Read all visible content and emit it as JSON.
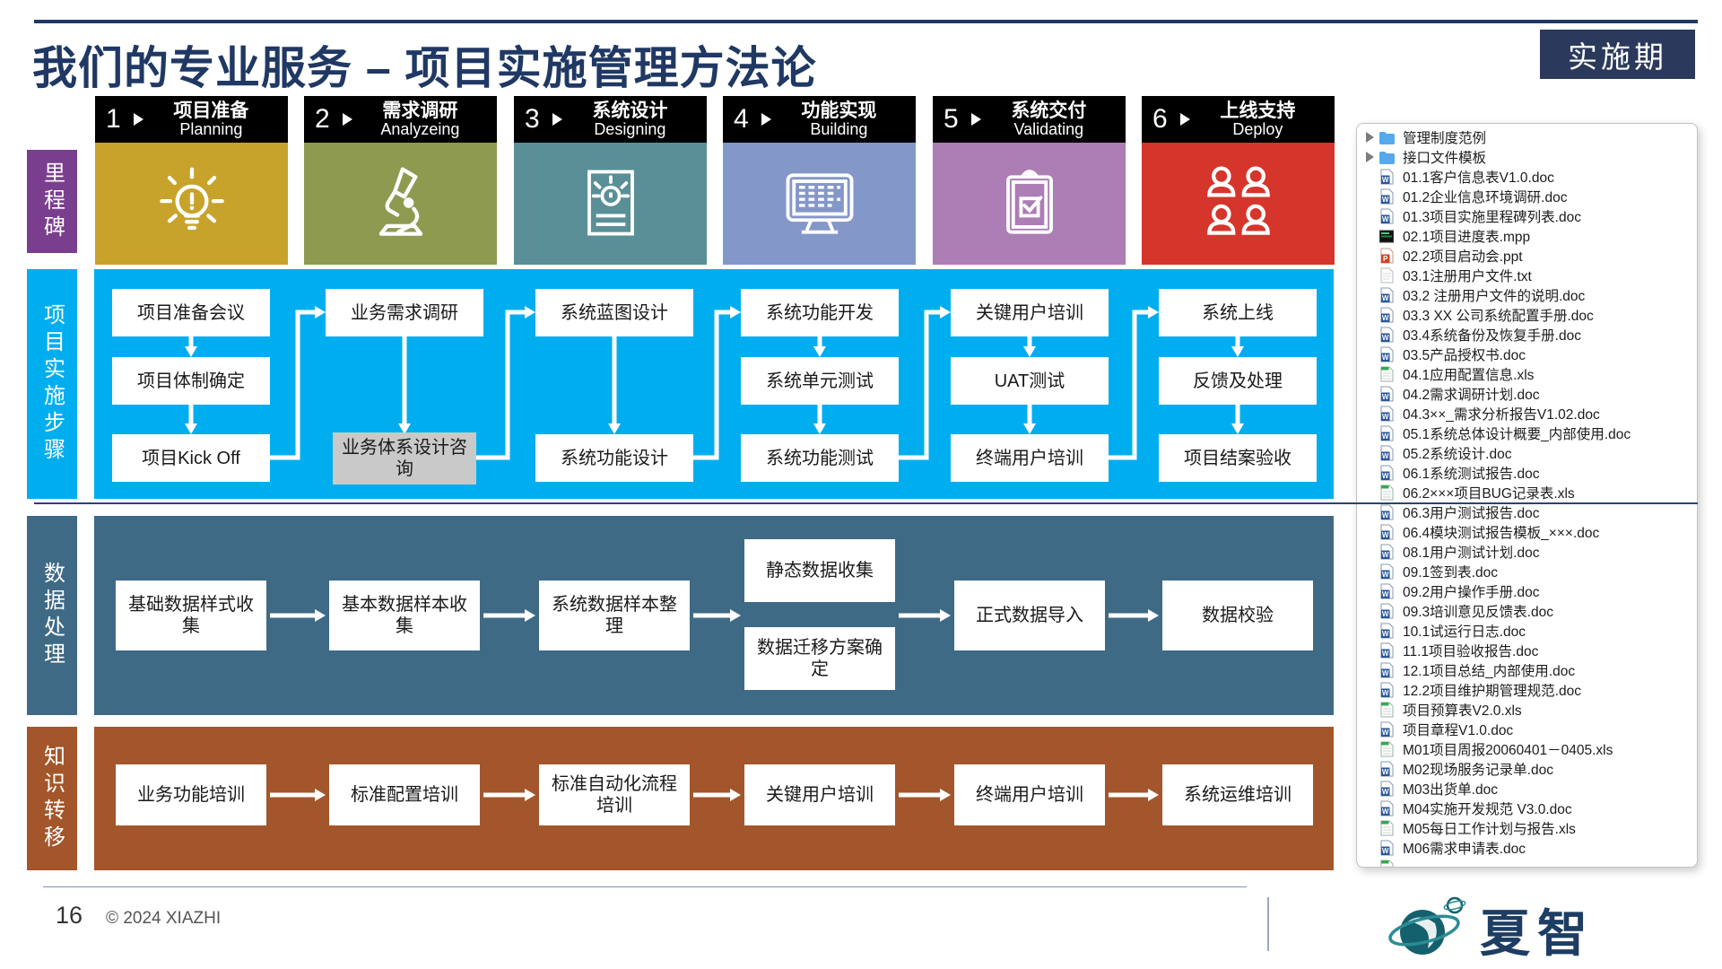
{
  "title": "我们的专业服务 – 项目实施管理方法论",
  "badge": "实施期",
  "phases": [
    {
      "num": "1",
      "cn": "项目准备",
      "en": "Planning",
      "color": "#c8a32b",
      "icon": "lightbulb"
    },
    {
      "num": "2",
      "cn": "需求调研",
      "en": "Analyzeing",
      "color": "#8e9a50",
      "icon": "microscope"
    },
    {
      "num": "3",
      "cn": "系统设计",
      "en": "Designing",
      "color": "#5a8f97",
      "icon": "doc-bulb"
    },
    {
      "num": "4",
      "cn": "功能实现",
      "en": "Building",
      "color": "#8497c9",
      "icon": "monitor-code"
    },
    {
      "num": "5",
      "cn": "系统交付",
      "en": "Validating",
      "color": "#ad7db5",
      "icon": "clipboard-check"
    },
    {
      "num": "6",
      "cn": "上线支持",
      "en": "Deploy",
      "color": "#d6352b",
      "icon": "people"
    }
  ],
  "milestone_label": "里程碑",
  "steps": {
    "label": "项目实施步骤",
    "color": "#00aeef",
    "columns": [
      {
        "boxes": [
          {
            "label": "项目准备会议",
            "row": 0
          },
          {
            "label": "项目体制确定",
            "row": 1
          },
          {
            "label": "项目Kick Off",
            "row": 2
          }
        ]
      },
      {
        "boxes": [
          {
            "label": "业务需求调研",
            "row": 0
          },
          {
            "label": "业务体系设计咨询",
            "row": 2,
            "variant": "gray"
          }
        ]
      },
      {
        "boxes": [
          {
            "label": "系统蓝图设计",
            "row": 0
          },
          {
            "label": "系统功能设计",
            "row": 2
          }
        ]
      },
      {
        "boxes": [
          {
            "label": "系统功能开发",
            "row": 0
          },
          {
            "label": "系统单元测试",
            "row": 1
          },
          {
            "label": "系统功能测试",
            "row": 2
          }
        ]
      },
      {
        "boxes": [
          {
            "label": "关键用户培训",
            "row": 0
          },
          {
            "label": "UAT测试",
            "row": 1
          },
          {
            "label": "终端用户培训",
            "row": 2
          }
        ]
      },
      {
        "boxes": [
          {
            "label": "系统上线",
            "row": 0
          },
          {
            "label": "反馈及处理",
            "row": 1
          },
          {
            "label": "项目结案验收",
            "row": 2
          }
        ]
      }
    ]
  },
  "data_flow": {
    "label": "数据处理",
    "color": "#3e6a86",
    "items": [
      {
        "col": 0,
        "slot": "mid",
        "label": "基础数据样式收集"
      },
      {
        "col": 1,
        "slot": "mid",
        "label": "基本数据样本收集"
      },
      {
        "col": 2,
        "slot": "mid",
        "label": "系统数据样本整理"
      },
      {
        "col": 3,
        "slot": "top",
        "label": "静态数据收集"
      },
      {
        "col": 3,
        "slot": "bottom",
        "label": "数据迁移方案确定"
      },
      {
        "col": 4,
        "slot": "mid",
        "label": "正式数据导入"
      },
      {
        "col": 5,
        "slot": "mid",
        "label": "数据校验"
      }
    ]
  },
  "knowledge_flow": {
    "label": "知识转移",
    "color": "#a3562b",
    "items": [
      "业务功能培训",
      "标准配置培训",
      "标准自动化流程培训",
      "关键用户培训",
      "终端用户培训",
      "系统运维培训"
    ]
  },
  "file_panel": {
    "items": [
      {
        "icon": "folder",
        "expand": true,
        "label": "管理制度范例"
      },
      {
        "icon": "folder",
        "expand": true,
        "label": "接口文件模板"
      },
      {
        "icon": "doc",
        "label": "01.1客户信息表V1.0.doc"
      },
      {
        "icon": "doc",
        "label": "01.2企业信息环境调研.doc"
      },
      {
        "icon": "doc",
        "label": "01.3项目实施里程碑列表.doc"
      },
      {
        "icon": "mpp",
        "label": "02.1项目进度表.mpp"
      },
      {
        "icon": "ppt",
        "label": "02.2项目启动会.ppt"
      },
      {
        "icon": "txt",
        "label": "03.1注册用户文件.txt"
      },
      {
        "icon": "doc",
        "label": "03.2 注册用户文件的说明.doc"
      },
      {
        "icon": "doc",
        "label": "03.3 XX 公司系统配置手册.doc"
      },
      {
        "icon": "doc",
        "label": "03.4系统备份及恢复手册.doc"
      },
      {
        "icon": "doc",
        "label": "03.5产品授权书.doc"
      },
      {
        "icon": "xls",
        "label": "04.1应用配置信息.xls"
      },
      {
        "icon": "doc",
        "label": "04.2需求调研计划.doc"
      },
      {
        "icon": "doc",
        "label": "04.3××_需求分析报告V1.02.doc"
      },
      {
        "icon": "doc",
        "label": "05.1系统总体设计概要_内部使用.doc"
      },
      {
        "icon": "doc",
        "label": "05.2系统设计.doc"
      },
      {
        "icon": "doc",
        "label": "06.1系统测试报告.doc"
      },
      {
        "icon": "xls",
        "label": "06.2×××项目BUG记录表.xls"
      },
      {
        "icon": "doc",
        "label": "06.3用户测试报告.doc"
      },
      {
        "icon": "doc",
        "label": "06.4模块测试报告模板_×××.doc"
      },
      {
        "icon": "doc",
        "label": "08.1用户测试计划.doc"
      },
      {
        "icon": "doc",
        "label": "09.1签到表.doc"
      },
      {
        "icon": "doc",
        "label": "09.2用户操作手册.doc"
      },
      {
        "icon": "doc",
        "label": "09.3培训意见反馈表.doc"
      },
      {
        "icon": "doc",
        "label": "10.1试运行日志.doc"
      },
      {
        "icon": "doc",
        "label": "11.1项目验收报告.doc"
      },
      {
        "icon": "doc",
        "label": "12.1项目总结_内部使用.doc"
      },
      {
        "icon": "doc",
        "label": "12.2项目维护期管理规范.doc"
      },
      {
        "icon": "xls",
        "label": "项目预算表V2.0.xls"
      },
      {
        "icon": "doc",
        "label": "项目章程V1.0.doc"
      },
      {
        "icon": "xls",
        "label": "M01项目周报20060401－0405.xls"
      },
      {
        "icon": "doc",
        "label": "M02现场服务记录单.doc"
      },
      {
        "icon": "doc",
        "label": "M03出货单.doc"
      },
      {
        "icon": "doc",
        "label": "M04实施开发规范 V3.0.doc"
      },
      {
        "icon": "xls",
        "label": "M05每日工作计划与报告.xls"
      },
      {
        "icon": "doc",
        "label": "M06需求申请表.doc"
      },
      {
        "icon": "xls",
        "label": ""
      }
    ]
  },
  "footer": {
    "page": "16",
    "copyright": "© 2024 XIAZHI",
    "logo_text": "夏智"
  },
  "colors": {
    "title_navy": "#203864",
    "badge_navy": "#2b3a5c",
    "steps_cyan": "#00aeef",
    "data_slate": "#3e6a86",
    "knowledge_brown": "#a3562b",
    "milestone_purple": "#7a3e8f",
    "gray_box": "#c9c9c9"
  }
}
